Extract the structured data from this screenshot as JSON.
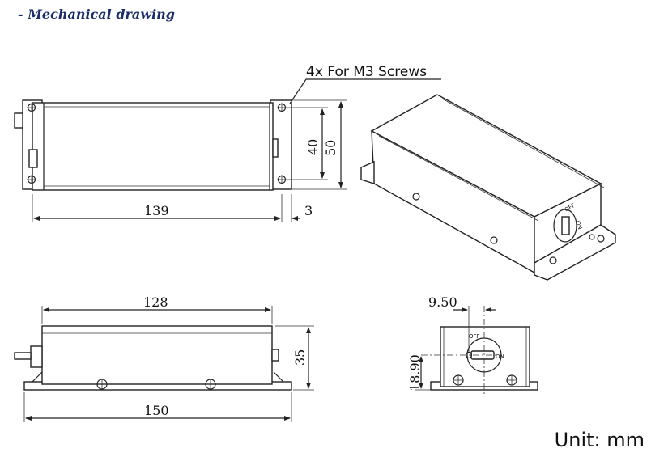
{
  "heading": "- Mechanical drawing",
  "unit_label": "Unit: mm",
  "callout": "4x For M3 Screws",
  "top_view": {
    "length": "139",
    "flange": "3",
    "hole_spacing": "40",
    "width": "50"
  },
  "side_view": {
    "body_length": "128",
    "total_length": "150",
    "height": "35"
  },
  "end_view": {
    "horizontal": "9.50",
    "vertical": "18.90",
    "switch_off": "OFF",
    "switch_on": "ON"
  },
  "iso_view": {
    "switch_off": "OFF",
    "switch_on": "ON"
  }
}
